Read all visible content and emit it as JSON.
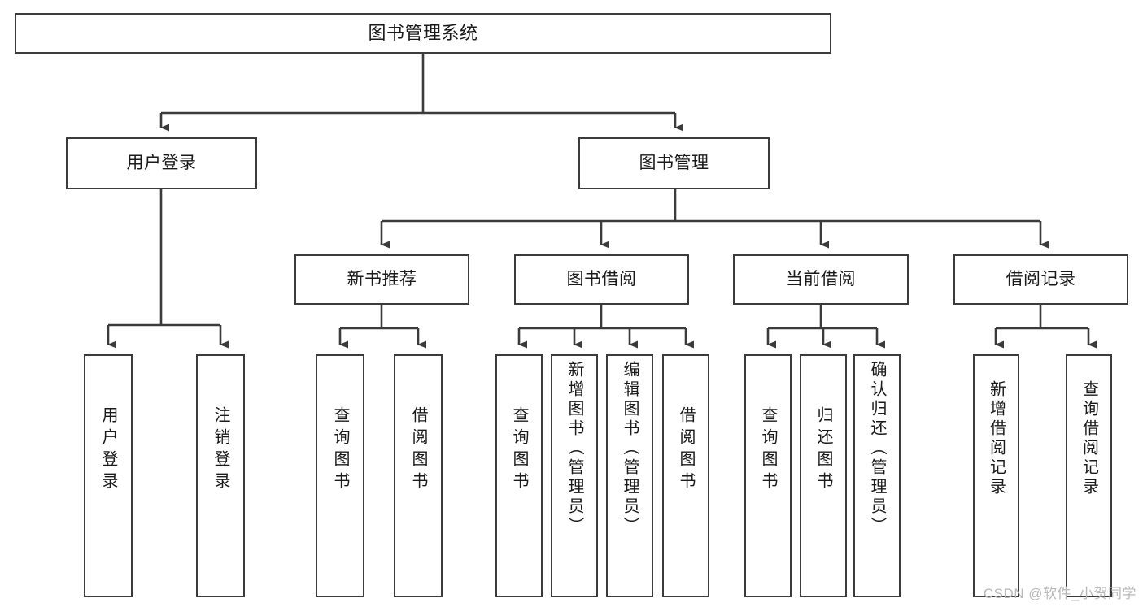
{
  "diagram": {
    "title": "图书管理系统",
    "watermark": "CSDN @软件_小贺同学",
    "colors": {
      "box_border": "#3b3b3b",
      "box_fill": "#ffffff",
      "edge": "#3b3b3b",
      "text": "#1a1a1a",
      "watermark": "#b9b9b9",
      "background": "#ffffff"
    },
    "nodes": {
      "root": {
        "label": "图书管理系统"
      },
      "level2": [
        {
          "id": "user-login",
          "label": "用户登录"
        },
        {
          "id": "book-management",
          "label": "图书管理"
        }
      ],
      "level3": [
        {
          "id": "new-book-recommend",
          "label": "新书推荐"
        },
        {
          "id": "book-borrow",
          "label": "图书借阅"
        },
        {
          "id": "current-borrow",
          "label": "当前借阅"
        },
        {
          "id": "borrow-record",
          "label": "借阅记录"
        }
      ],
      "leaves": [
        {
          "id": "leaf-user-login",
          "label": "用户登录",
          "parent": "user-login"
        },
        {
          "id": "leaf-logout-login",
          "label": "注销登录",
          "parent": "user-login"
        },
        {
          "id": "leaf-query-book-1",
          "label": "查询图书",
          "parent": "new-book-recommend"
        },
        {
          "id": "leaf-borrow-book-1",
          "label": "借阅图书",
          "parent": "new-book-recommend"
        },
        {
          "id": "leaf-query-book-2",
          "label": "查询图书",
          "parent": "book-borrow"
        },
        {
          "id": "leaf-add-book",
          "label": "新增图书（管理员）",
          "parent": "book-borrow"
        },
        {
          "id": "leaf-edit-book",
          "label": "编辑图书（管理员）",
          "parent": "book-borrow"
        },
        {
          "id": "leaf-borrow-book-2",
          "label": "借阅图书",
          "parent": "book-borrow"
        },
        {
          "id": "leaf-query-book-3",
          "label": "查询图书",
          "parent": "current-borrow"
        },
        {
          "id": "leaf-return-book",
          "label": "归还图书",
          "parent": "current-borrow"
        },
        {
          "id": "leaf-confirm-return",
          "label": "确认归还（管理员）",
          "parent": "current-borrow"
        },
        {
          "id": "leaf-add-record",
          "label": "新增借阅记录",
          "parent": "borrow-record"
        },
        {
          "id": "leaf-query-record",
          "label": "查询借阅记录",
          "parent": "borrow-record"
        }
      ]
    }
  }
}
